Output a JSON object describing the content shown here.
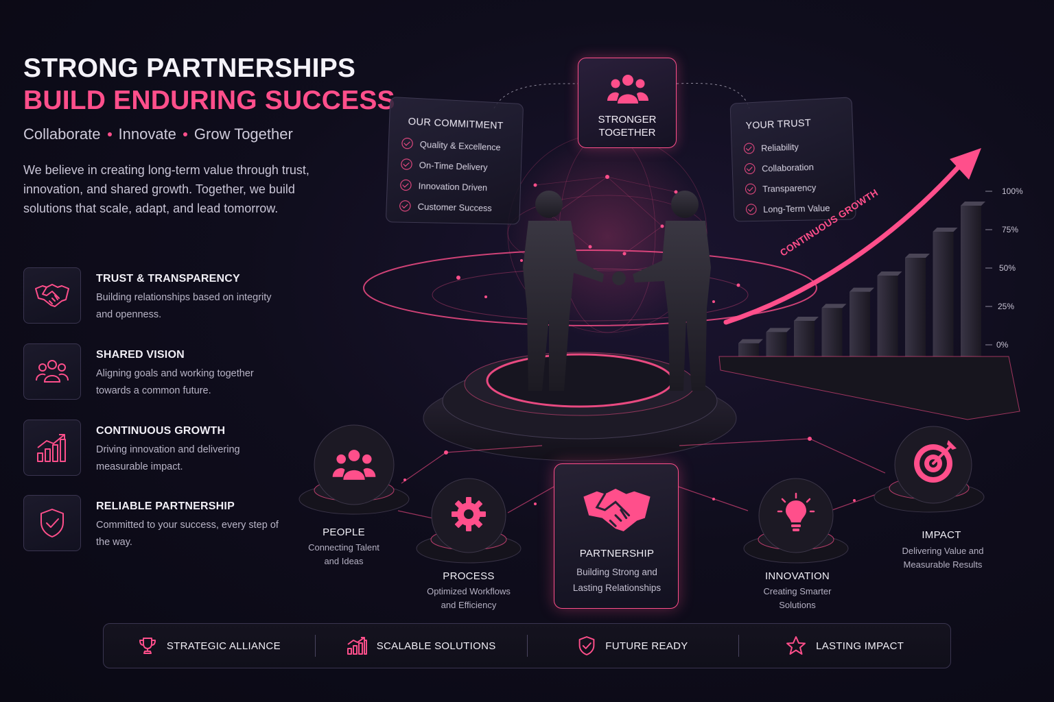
{
  "header": {
    "title_line1": "STRONG PARTNERSHIPS",
    "title_line2": "BUILD ENDURING SUCCESS",
    "tagline": [
      "Collaborate",
      "Innovate",
      "Grow Together"
    ],
    "intro": "We believe in creating long-term value through trust, innovation, and shared growth. Together, we build solutions that scale, adapt, and lead tomorrow."
  },
  "features": [
    {
      "title": "TRUST & TRANSPARENCY",
      "desc": "Building relationships based on integrity and openness.",
      "icon": "handshake-icon"
    },
    {
      "title": "SHARED VISION",
      "desc": "Aligning goals and working together towards a common future.",
      "icon": "team-icon"
    },
    {
      "title": "CONTINUOUS GROWTH",
      "desc": "Driving innovation and delivering measurable impact.",
      "icon": "growth-chart-icon"
    },
    {
      "title": "RELIABLE PARTNERSHIP",
      "desc": "Committed to your success, every step of the way.",
      "icon": "shield-check-icon"
    }
  ],
  "commitment": {
    "title": "OUR COMMITMENT",
    "items": [
      "Quality & Excellence",
      "On-Time Delivery",
      "Innovation Driven",
      "Customer Success"
    ]
  },
  "stronger": {
    "line1": "STRONGER",
    "line2": "TOGETHER",
    "icon": "team-icon"
  },
  "trust": {
    "title": "YOUR TRUST",
    "items": [
      "Reliability",
      "Collaboration",
      "Transparency",
      "Long-Term Value"
    ]
  },
  "growth_chart": {
    "label": "CONTINUOUS GROWTH",
    "ticks": [
      "100%",
      "75%",
      "50%",
      "25%",
      "0%"
    ],
    "bar_levels": [
      0.08,
      0.14,
      0.2,
      0.27,
      0.36,
      0.45,
      0.55,
      0.7,
      0.85
    ],
    "accent": "#ff4f8b"
  },
  "nodes": {
    "people": {
      "label": "PEOPLE",
      "desc1": "Connecting Talent",
      "desc2": "and Ideas"
    },
    "process": {
      "label": "PROCESS",
      "desc1": "Optimized Workflows",
      "desc2": "and Efficiency"
    },
    "partnership": {
      "label": "PARTNERSHIP",
      "desc1": "Building Strong and",
      "desc2": "Lasting Relationships"
    },
    "innovation": {
      "label": "INNOVATION",
      "desc1": "Creating Smarter",
      "desc2": "Solutions"
    },
    "impact": {
      "label": "IMPACT",
      "desc1": "Delivering Value and",
      "desc2": "Measurable Results"
    }
  },
  "footer": [
    {
      "label": "STRATEGIC ALLIANCE",
      "icon": "trophy-icon"
    },
    {
      "label": "SCALABLE SOLUTIONS",
      "icon": "bar-growth-icon"
    },
    {
      "label": "FUTURE READY",
      "icon": "shield-check-icon"
    },
    {
      "label": "LASTING IMPACT",
      "icon": "star-icon"
    }
  ],
  "colors": {
    "accent": "#ff4f8b",
    "background": "#0f0d1c"
  }
}
